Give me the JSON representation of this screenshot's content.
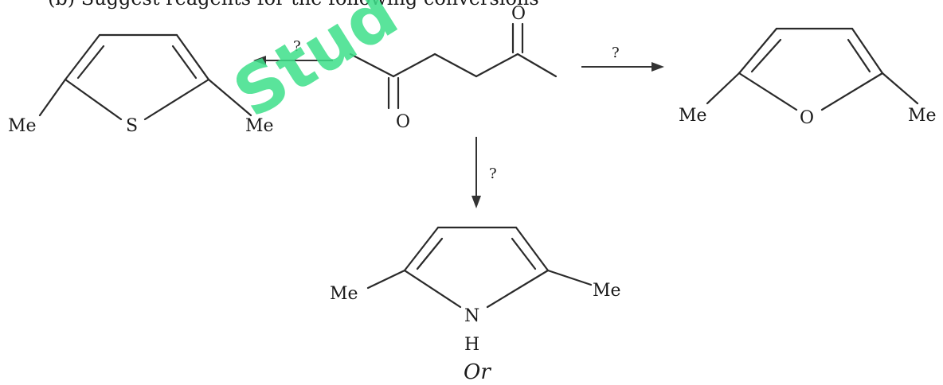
{
  "header": {
    "text": "(b) Suggest reagents for the following conversions"
  },
  "watermark": {
    "text": "Stud",
    "color": "#3ee08a"
  },
  "reactant": {
    "o_top": "O",
    "o_bottom": "O"
  },
  "thiophene": {
    "me_left": "Me",
    "hetero": "S",
    "me_right": "Me"
  },
  "furan": {
    "me_left": "Me",
    "hetero": "O",
    "me_right": "Me"
  },
  "pyrrole": {
    "me_left": "Me",
    "hetero_n": "N",
    "hetero_h": "H",
    "me_right": "Me"
  },
  "arrows": {
    "left_label": "?",
    "right_label": "?",
    "down_label": "?"
  },
  "footer": {
    "or_text": "Or"
  }
}
